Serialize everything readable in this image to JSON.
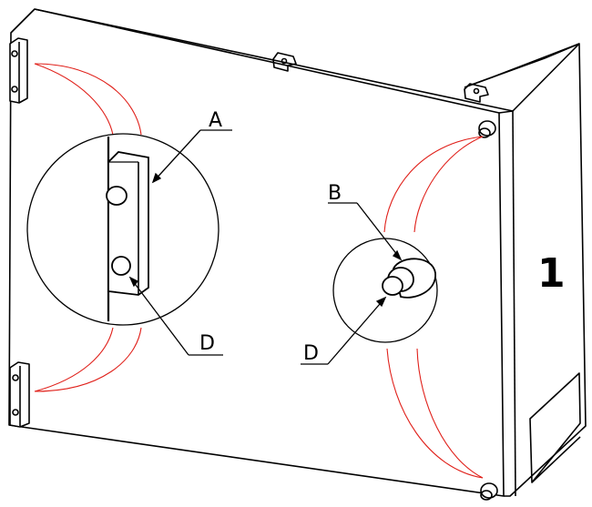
{
  "figure": {
    "callouts": {
      "left_top": "A",
      "left_bottom": "D",
      "right_top": "B",
      "right_bottom": "D"
    },
    "item_number": "1"
  },
  "colors": {
    "outline": "#000000",
    "swing_arc": "#e0201a",
    "background": "#ffffff"
  }
}
